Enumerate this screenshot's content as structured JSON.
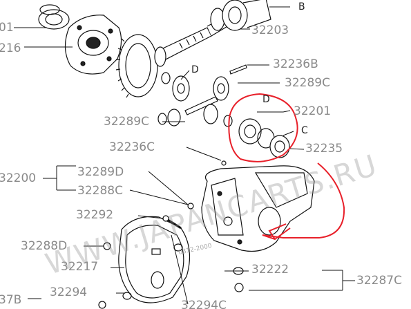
{
  "labels": {
    "top_left_cut": "01",
    "b": "B",
    "p32203": "32203",
    "left_216": "216",
    "d_top": "D",
    "p32236b": "32236B",
    "p32289c_right": "32289C",
    "p32289c_left": "32289C",
    "d_mid": "D",
    "p32201": "32201",
    "c": "C",
    "p32235": "32235",
    "p32236c": "32236C",
    "p32200": "32200",
    "p32289d": "32289D",
    "p32288c": "32288C",
    "p32292": "32292",
    "p32288d": "32288D",
    "p32217": "32217",
    "p32222": "32222",
    "p32287c": "32287C",
    "p32294": "32294",
    "p32294c": "32294C",
    "bottom_left_cut": "37B"
  },
  "watermark": "WWW.JAPANCARTS.RU",
  "stamp": "0312-2000",
  "colors": {
    "label": "#8a8a8a",
    "line": "#111111",
    "highlight": "#e8202a"
  }
}
